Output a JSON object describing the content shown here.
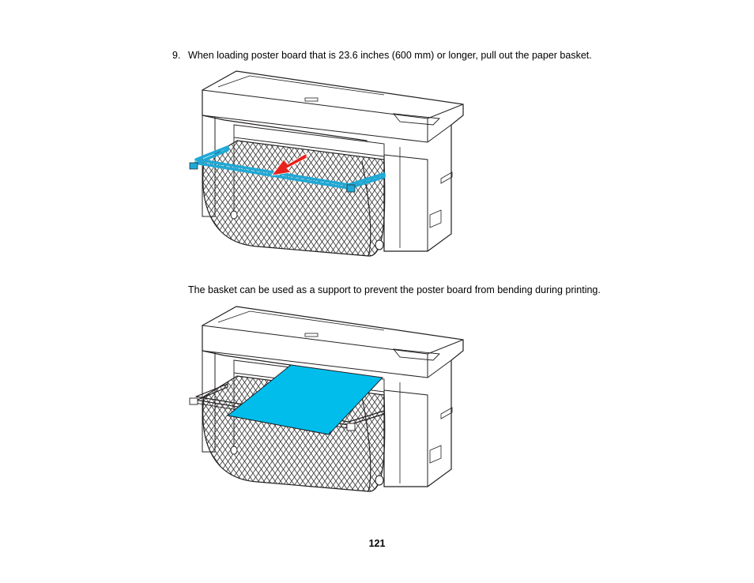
{
  "step": {
    "number": "9.",
    "text": "When loading poster board that is 23.6 inches (600 mm) or longer, pull out the paper basket."
  },
  "note": {
    "text": "The basket can be used as a support to prevent the poster board from bending during printing."
  },
  "page": {
    "number": "121"
  },
  "colors": {
    "highlight_blue": "#1fa9d6",
    "poster_board": "#00bdec",
    "arrow_red": "#e8221c",
    "line": "#231f20",
    "mesh": "#4a4a4a"
  }
}
